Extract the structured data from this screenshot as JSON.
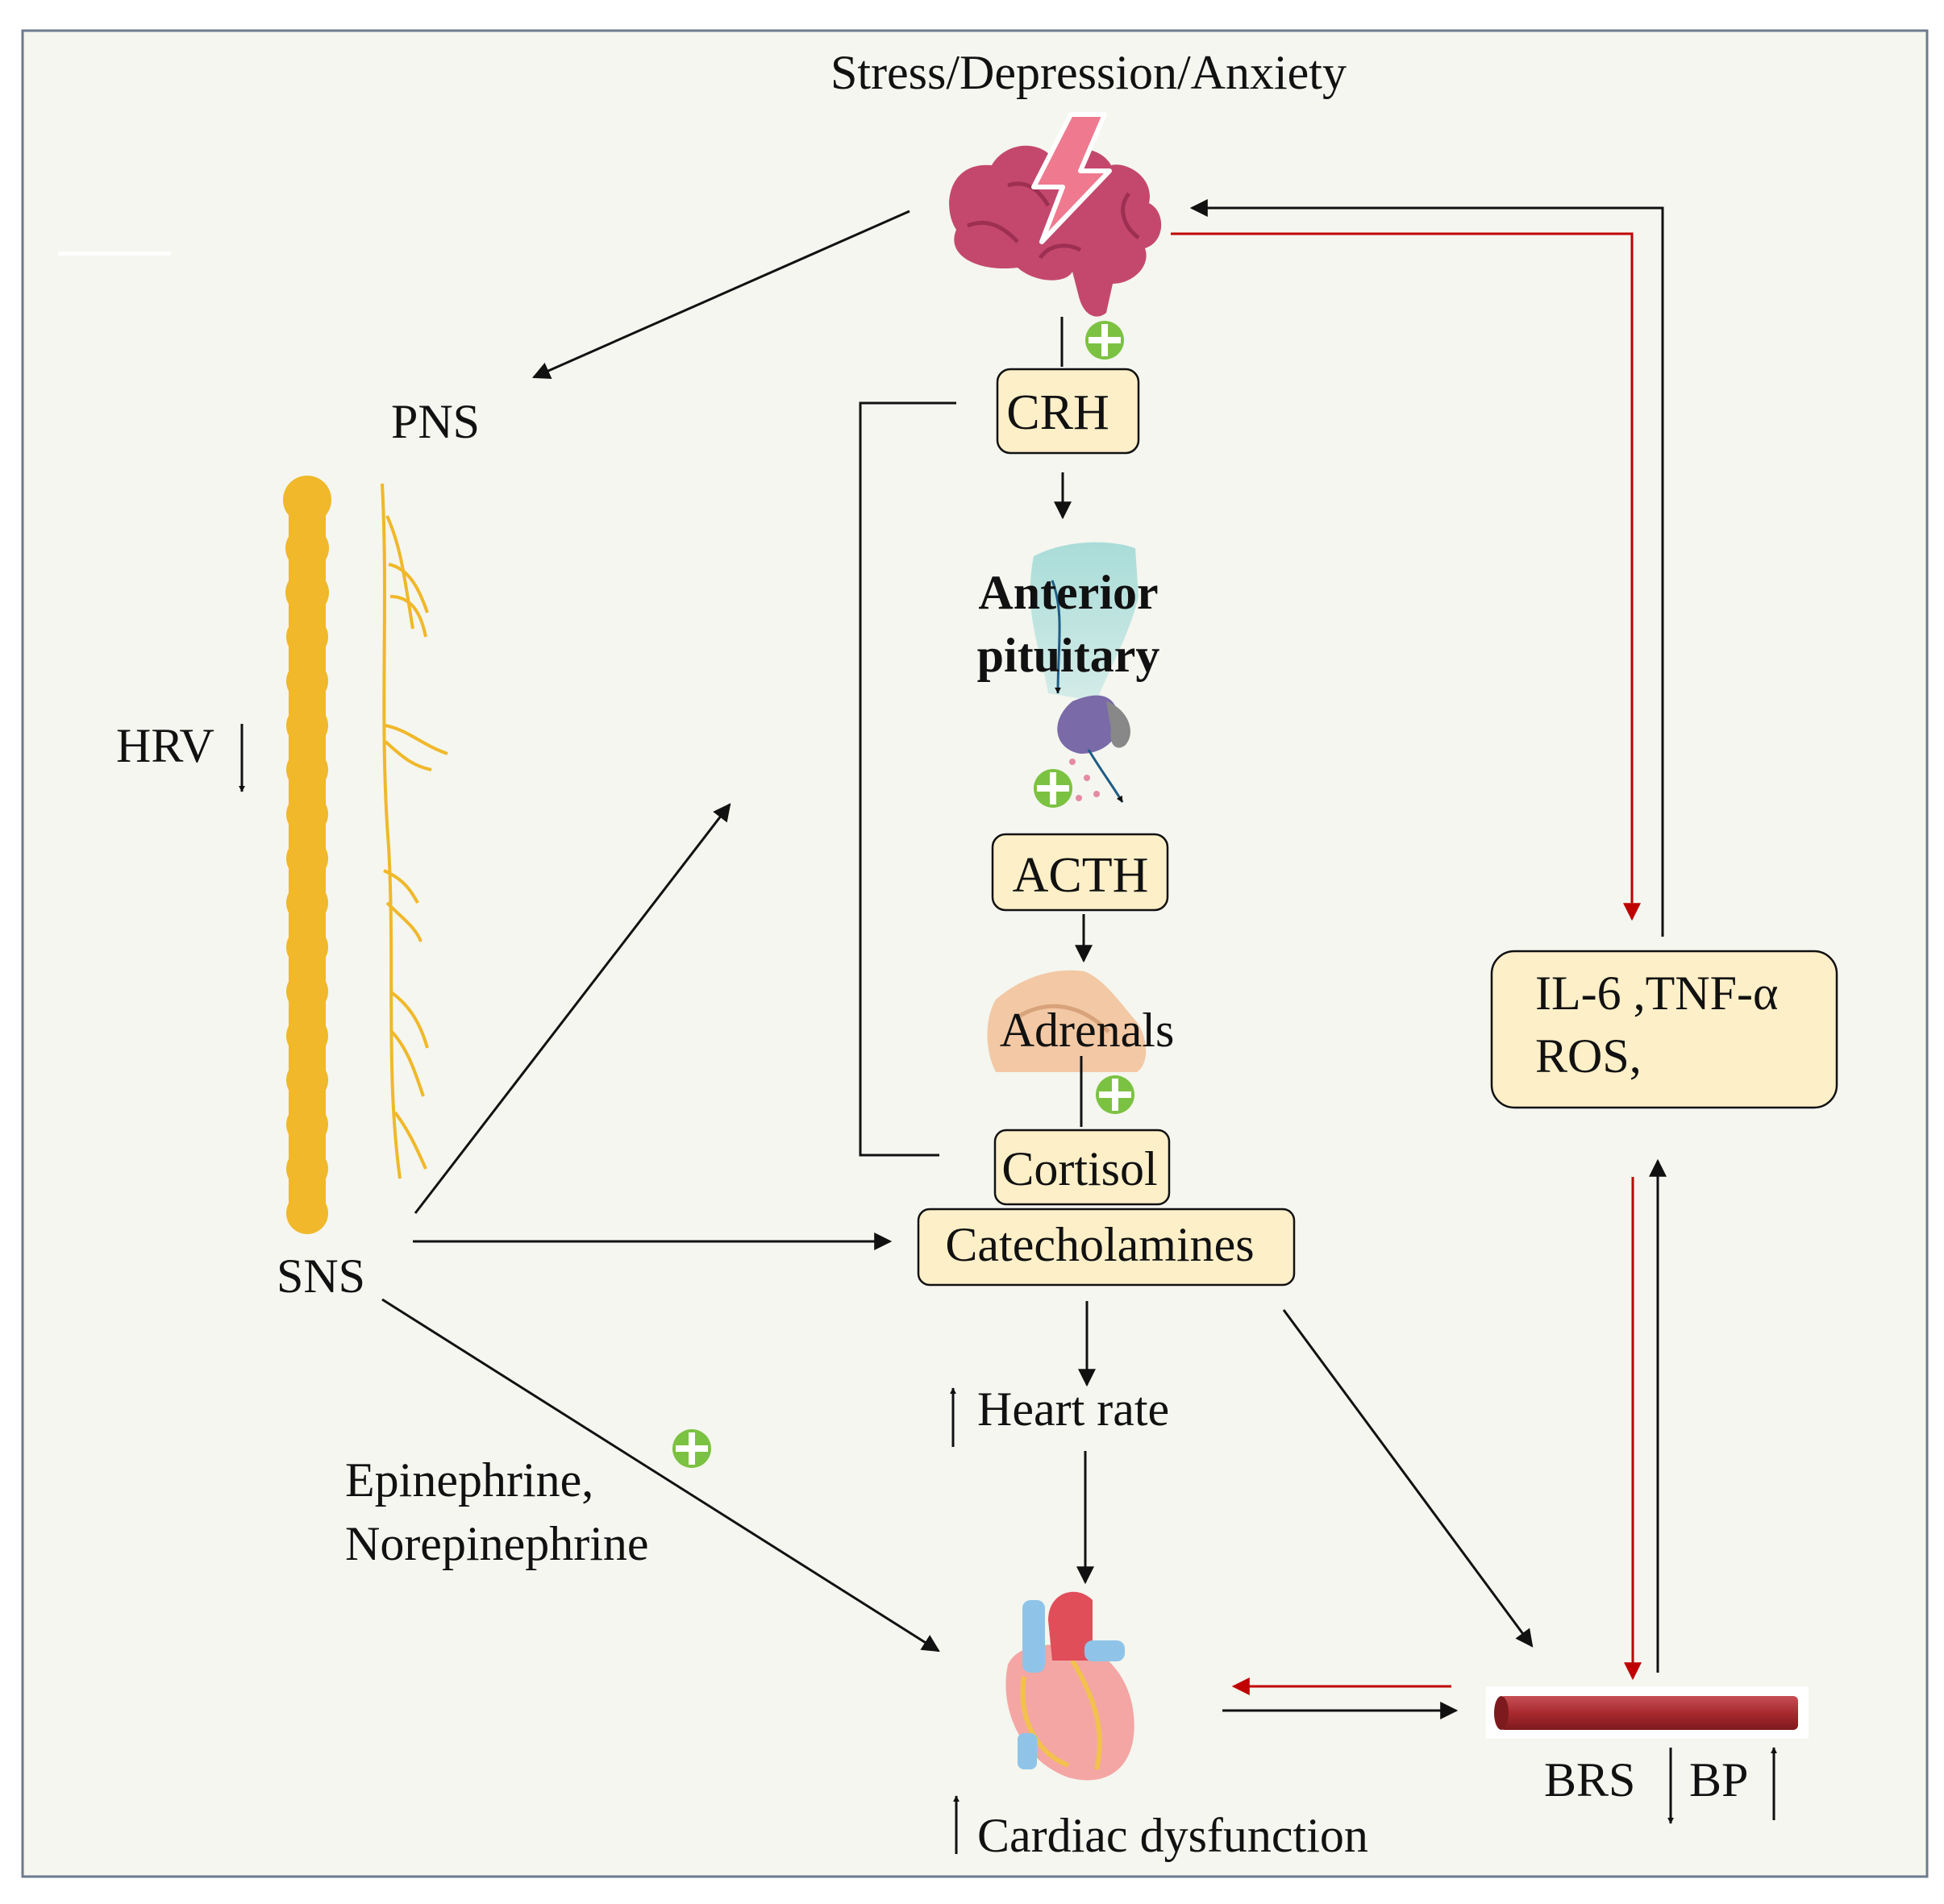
{
  "labels": {
    "stress": "Stress/Depression/Anxiety",
    "pns": "PNS",
    "sns": "SNS",
    "hrv": "HRV",
    "anterior_pituitary_line1": "Anterior",
    "anterior_pituitary_line2": "pituitary",
    "adrenals": "Adrenals",
    "heart_rate": "Heart rate",
    "epinephrine": "Epinephrine,",
    "norepinephrine": "Norepinephrine",
    "cardiac_dysfunction": "Cardiac dysfunction",
    "brs": "BRS",
    "bp": "BP"
  },
  "boxes": {
    "crh": "CRH",
    "acth": "ACTH",
    "cortisol": "Cortisol",
    "catecholamines": "Catecholamines",
    "inflammation_line1": "IL-6 ,TNF-α",
    "inflammation_line2": "ROS,"
  },
  "colors": {
    "panel_bg": "#f4f6ef",
    "box_fill": "#fdefc8",
    "red_arrow": "#c00000",
    "brain": "#c4486e",
    "spinal_cord": "#f0b82a",
    "plus_badge": "#7cc242",
    "vessel": "#a82a2f"
  },
  "icons": [
    "brain-icon",
    "lightning-icon",
    "pituitary-icon",
    "adrenal-gland-icon",
    "heart-icon",
    "blood-vessel-icon",
    "spinal-cord-icon",
    "nerve-fibers-icon",
    "plus-badge-icon"
  ]
}
